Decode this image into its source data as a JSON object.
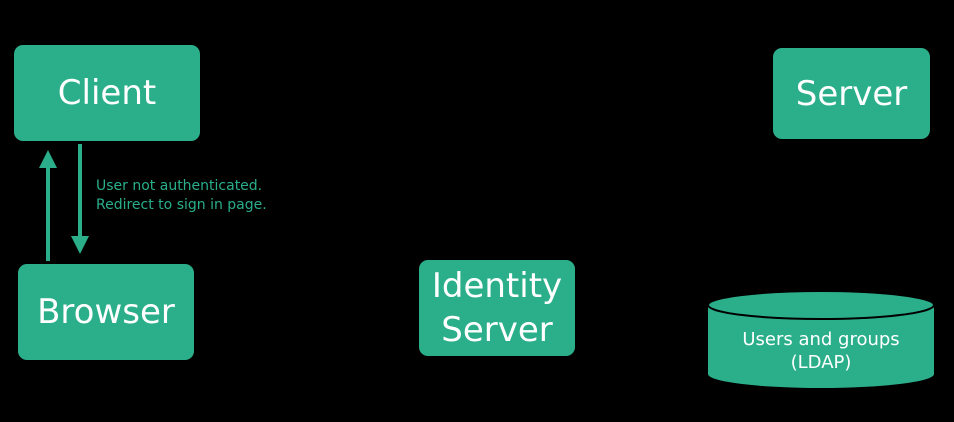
{
  "colors": {
    "background": "#000000",
    "node_fill": "#2aaf8a",
    "node_text": "#ffffff",
    "note_text": "#2aaf8a"
  },
  "nodes": {
    "client": {
      "label": "Client"
    },
    "server": {
      "label": "Server"
    },
    "browser": {
      "label": "Browser"
    },
    "identity_server": {
      "line1": "Identity",
      "line2": "Server"
    },
    "ldap": {
      "line1": "Users and groups",
      "line2": "(LDAP)"
    }
  },
  "annotations": {
    "redirect_note": {
      "line1": "User not authenticated.",
      "line2": "Redirect to sign in page."
    }
  },
  "edges": [
    {
      "from": "browser",
      "to": "client",
      "direction": "up"
    },
    {
      "from": "client",
      "to": "browser",
      "direction": "down"
    }
  ]
}
